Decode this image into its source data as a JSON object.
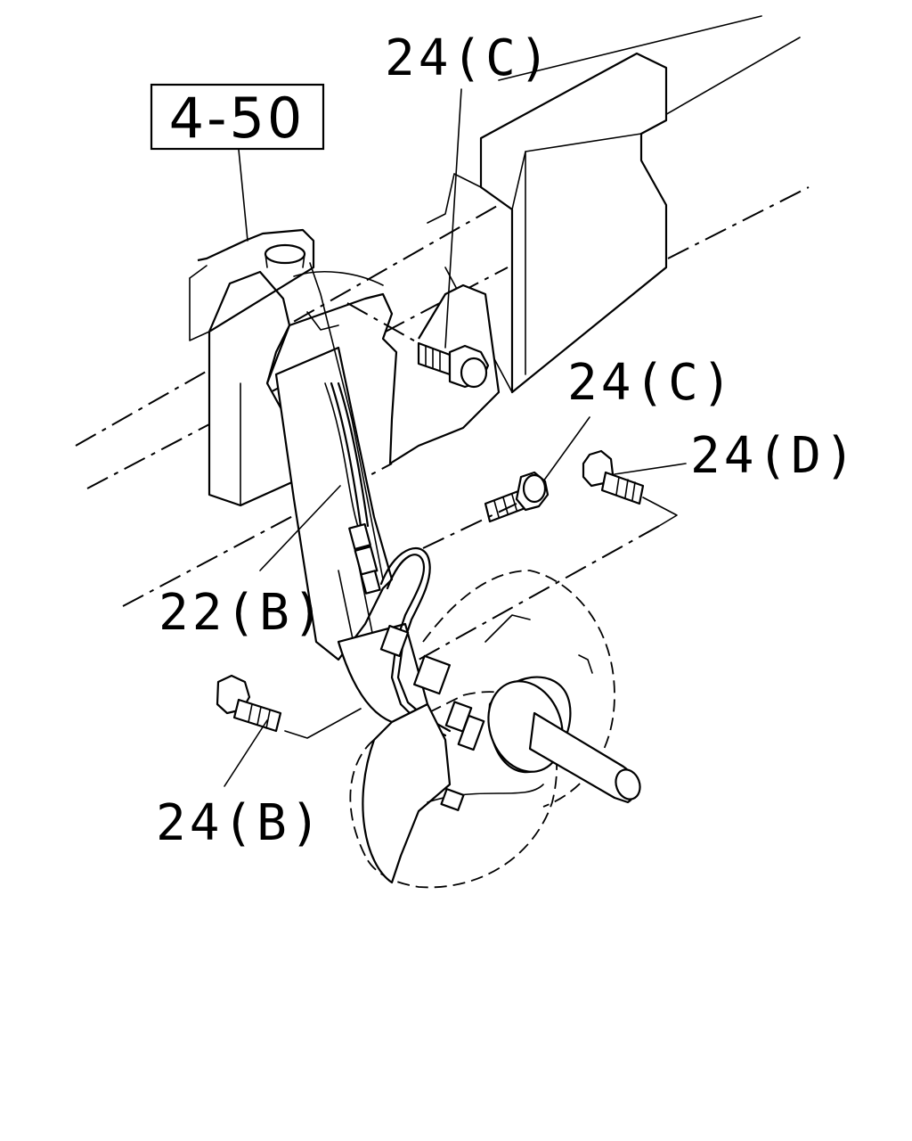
{
  "reference_box": {
    "text": "4-50"
  },
  "callouts": {
    "c_top": "24(C)",
    "c_mid": "24(C)",
    "d_right": "24(D)",
    "b_22": "22(B)",
    "b_24": "24(B)"
  }
}
